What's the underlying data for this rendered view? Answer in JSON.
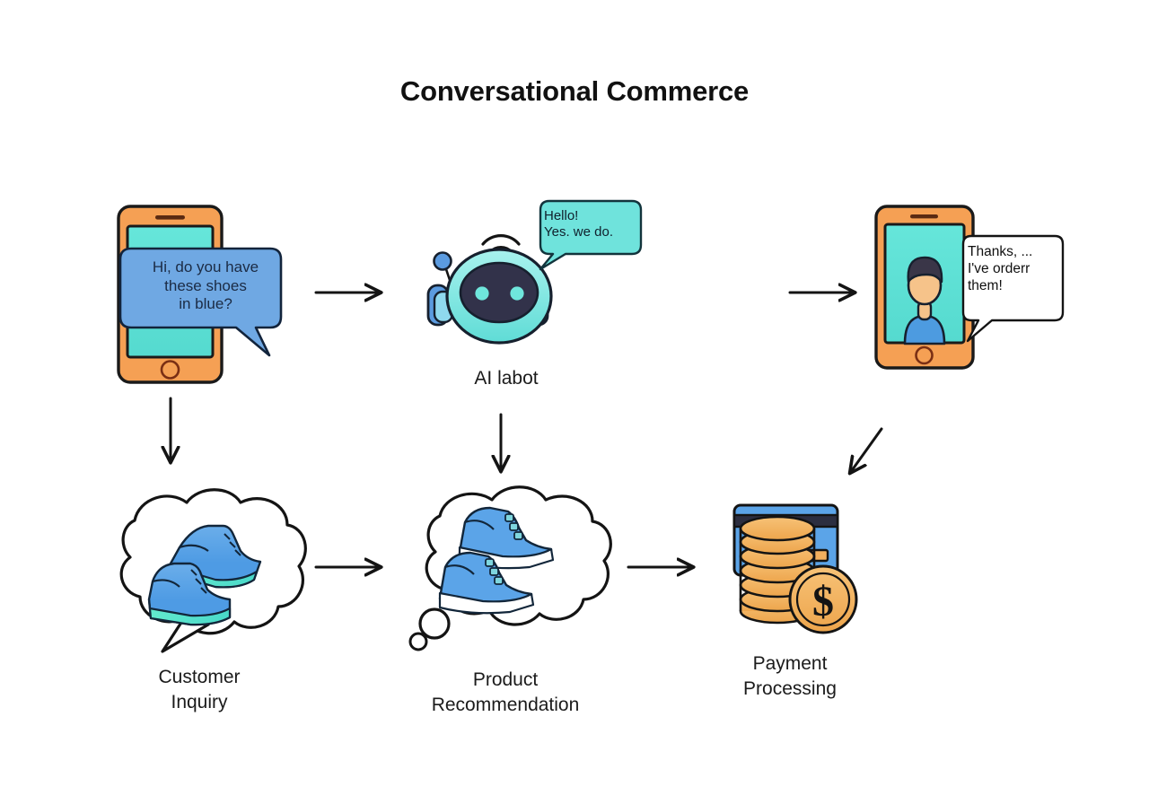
{
  "diagram": {
    "title": "Conversational Commerce",
    "type": "flow-diagram",
    "background_color": "#ffffff",
    "stroke_color": "#1a1a1a"
  },
  "palette": {
    "phone_body": "#F5A054",
    "phone_screen": "#5EE2D6",
    "blue_bubble": "#6FA8E3",
    "teal_bubble": "#6FE3DC",
    "white_bubble": "#FFFFFF",
    "robot_head": "#7FE9E2",
    "robot_face": "#32324A",
    "robot_accent": "#5B9BE0",
    "shoe_blue": "#5BA4E8",
    "shoe_teal": "#55E3C8",
    "card_blue": "#5BA4E8",
    "coin_gold": "#F2B05E",
    "skin": "#F6C38A",
    "hair": "#3A3648",
    "shirt": "#4D9BE0"
  },
  "nodes": {
    "phone_customer": {
      "name": "customer-phone",
      "bubble_text": "Hi, do you have\nthese shoes\nin blue?",
      "bubble_color": "#6FA8E3"
    },
    "ai_bot": {
      "name": "ai-bot",
      "label": "AI labot",
      "bubble_text": "Hello!\nYes. we do.",
      "bubble_color": "#6FE3DC"
    },
    "phone_confirm": {
      "name": "confirmation-phone",
      "bubble_text": "Thanks, ...\nI've orderr\nthem!",
      "bubble_color": "#FFFFFF"
    },
    "customer_inquiry": {
      "name": "customer-inquiry",
      "label": "Customer\nInquiry",
      "icon": "speech-cloud-shoes-icon"
    },
    "product_recommendation": {
      "name": "product-recommendation",
      "label": "Product\nRecommendation",
      "icon": "thought-cloud-shoes-icon"
    },
    "payment_processing": {
      "name": "payment-processing",
      "label": "Payment\nProcessing",
      "icon": "credit-card-coins-icon"
    }
  },
  "arrows": [
    {
      "name": "arrow-phone-to-bot",
      "direction": "right"
    },
    {
      "name": "arrow-bot-to-confirm-phone",
      "direction": "right"
    },
    {
      "name": "arrow-phone-to-inquiry",
      "direction": "down"
    },
    {
      "name": "arrow-bot-to-recommendation",
      "direction": "down"
    },
    {
      "name": "arrow-confirm-to-payment",
      "direction": "down-left"
    },
    {
      "name": "arrow-inquiry-to-recommendation",
      "direction": "right"
    },
    {
      "name": "arrow-recommendation-to-payment",
      "direction": "right"
    }
  ]
}
